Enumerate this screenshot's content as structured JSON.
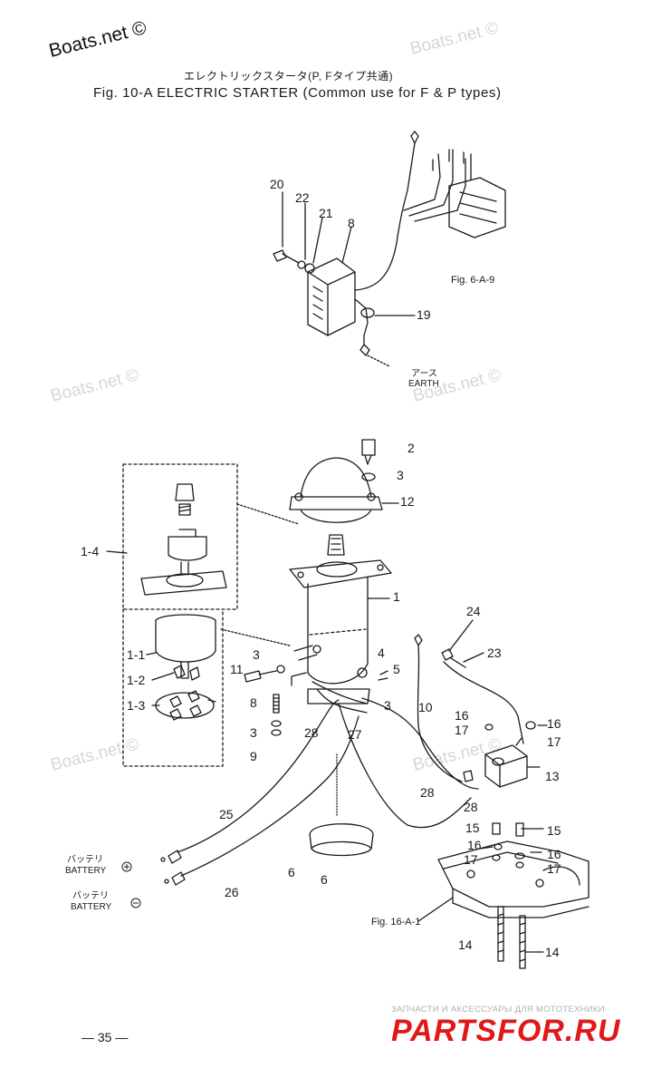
{
  "watermarks": {
    "top_left": "Boats.net ©",
    "faint": "Boats.net ©"
  },
  "header": {
    "japanese": "エレクトリックスタータ(P, Fタイプ共通)",
    "title": "Fig. 10-A   ELECTRIC STARTER  (Common use for F & P types)"
  },
  "references": {
    "fig_6a9": "Fig. 6-A-9",
    "fig_16a1": "Fig. 16-A-1",
    "earth_jp": "アース",
    "earth": "EARTH",
    "battery_jp_plus": "バッテリ",
    "battery_plus": "BATTERY",
    "battery_jp_minus": "バッテリ",
    "battery_minus": "BATTERY"
  },
  "callouts": {
    "n20": "20",
    "n22": "22",
    "n21": "21",
    "n8": "8",
    "n19": "19",
    "n2": "2",
    "n3a": "3",
    "n12": "12",
    "n1_4": "1-4",
    "n1": "1",
    "n24": "24",
    "n23": "23",
    "n3b": "3",
    "n4": "4",
    "n5": "5",
    "n11": "11",
    "n1_1": "1-1",
    "n1_2": "1-2",
    "n1_3": "1-3",
    "n8b": "8",
    "n3c": "3",
    "n9": "9",
    "n28a": "28",
    "n27": "27",
    "n3d": "3",
    "n10": "10",
    "n16a": "16",
    "n17a": "17",
    "n16b": "16",
    "n17b": "17",
    "n13": "13",
    "n28b": "28",
    "n28c": "28",
    "n25": "25",
    "n15a": "15",
    "n15b": "15",
    "n16c": "16",
    "n16d": "16",
    "n17c": "17",
    "n17d": "17",
    "n6a": "6",
    "n6b": "6",
    "n26": "26",
    "n14a": "14",
    "n14b": "14"
  },
  "footer": {
    "page": "— 35 —",
    "brand_tagline": "ЗАПЧАСТИ И АКСЕССУАРЫ ДЛЯ МОТОТЕХНИКИ",
    "brand_name": "PARTSFOR.RU"
  },
  "colors": {
    "ink": "#1a1a1a",
    "watermark": "#d6d6d6",
    "brand_red": "#e01818"
  }
}
